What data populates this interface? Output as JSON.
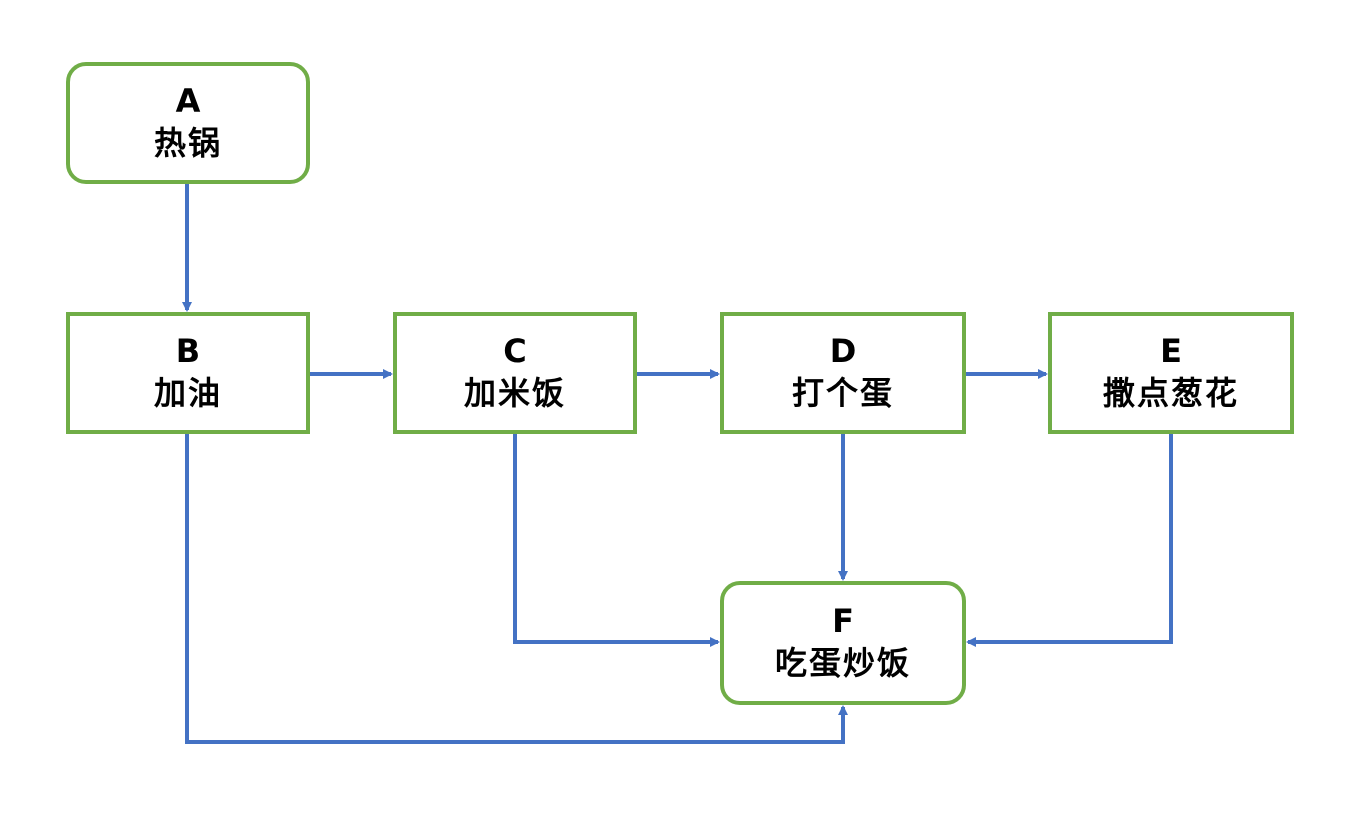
{
  "colors": {
    "node_border": "#70ad47",
    "arrow": "#4472c4",
    "text": "#000000",
    "background": "#ffffff"
  },
  "nodes": {
    "a": {
      "letter": "A",
      "label": "热锅"
    },
    "b": {
      "letter": "B",
      "label": "加油"
    },
    "c": {
      "letter": "C",
      "label": "加米饭"
    },
    "d": {
      "letter": "D",
      "label": "打个蛋"
    },
    "e": {
      "letter": "E",
      "label": "撒点葱花"
    },
    "f": {
      "letter": "F",
      "label": "吃蛋炒饭"
    }
  },
  "edges": [
    {
      "from": "A",
      "to": "B"
    },
    {
      "from": "B",
      "to": "C"
    },
    {
      "from": "C",
      "to": "D"
    },
    {
      "from": "D",
      "to": "E"
    },
    {
      "from": "B",
      "to": "F"
    },
    {
      "from": "C",
      "to": "F"
    },
    {
      "from": "D",
      "to": "F"
    },
    {
      "from": "E",
      "to": "F"
    }
  ]
}
